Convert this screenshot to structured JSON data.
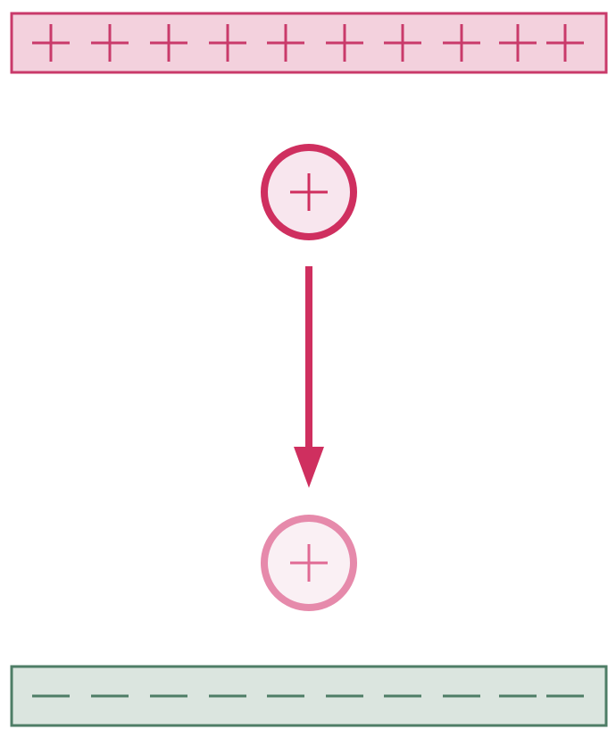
{
  "diagram": {
    "positive_plate": {
      "charge_count": 10,
      "charge_icon": "plus-sign-icon"
    },
    "negative_plate": {
      "charge_count": 10,
      "charge_icon": "minus-sign-icon"
    },
    "particle_start": {
      "charge_icon": "plus-sign-icon"
    },
    "particle_end": {
      "charge_icon": "plus-sign-icon"
    },
    "motion_arrow": {
      "direction": "down"
    },
    "colors": {
      "positive_plate_fill": "#f3d1dd",
      "positive_plate_stroke": "#c93a6a",
      "positive_sign": "#c93a6a",
      "negative_plate_fill": "#dbe5df",
      "negative_plate_stroke": "#4e7d66",
      "negative_sign": "#4e7d66",
      "particle_start_fill": "#f8e6ee",
      "particle_start_stroke": "#cf2f5f",
      "particle_end_fill": "#faf0f4",
      "particle_end_stroke": "#e68aab",
      "particle_end_sign": "#e06a94",
      "arrow": "#cf2f5f"
    }
  }
}
